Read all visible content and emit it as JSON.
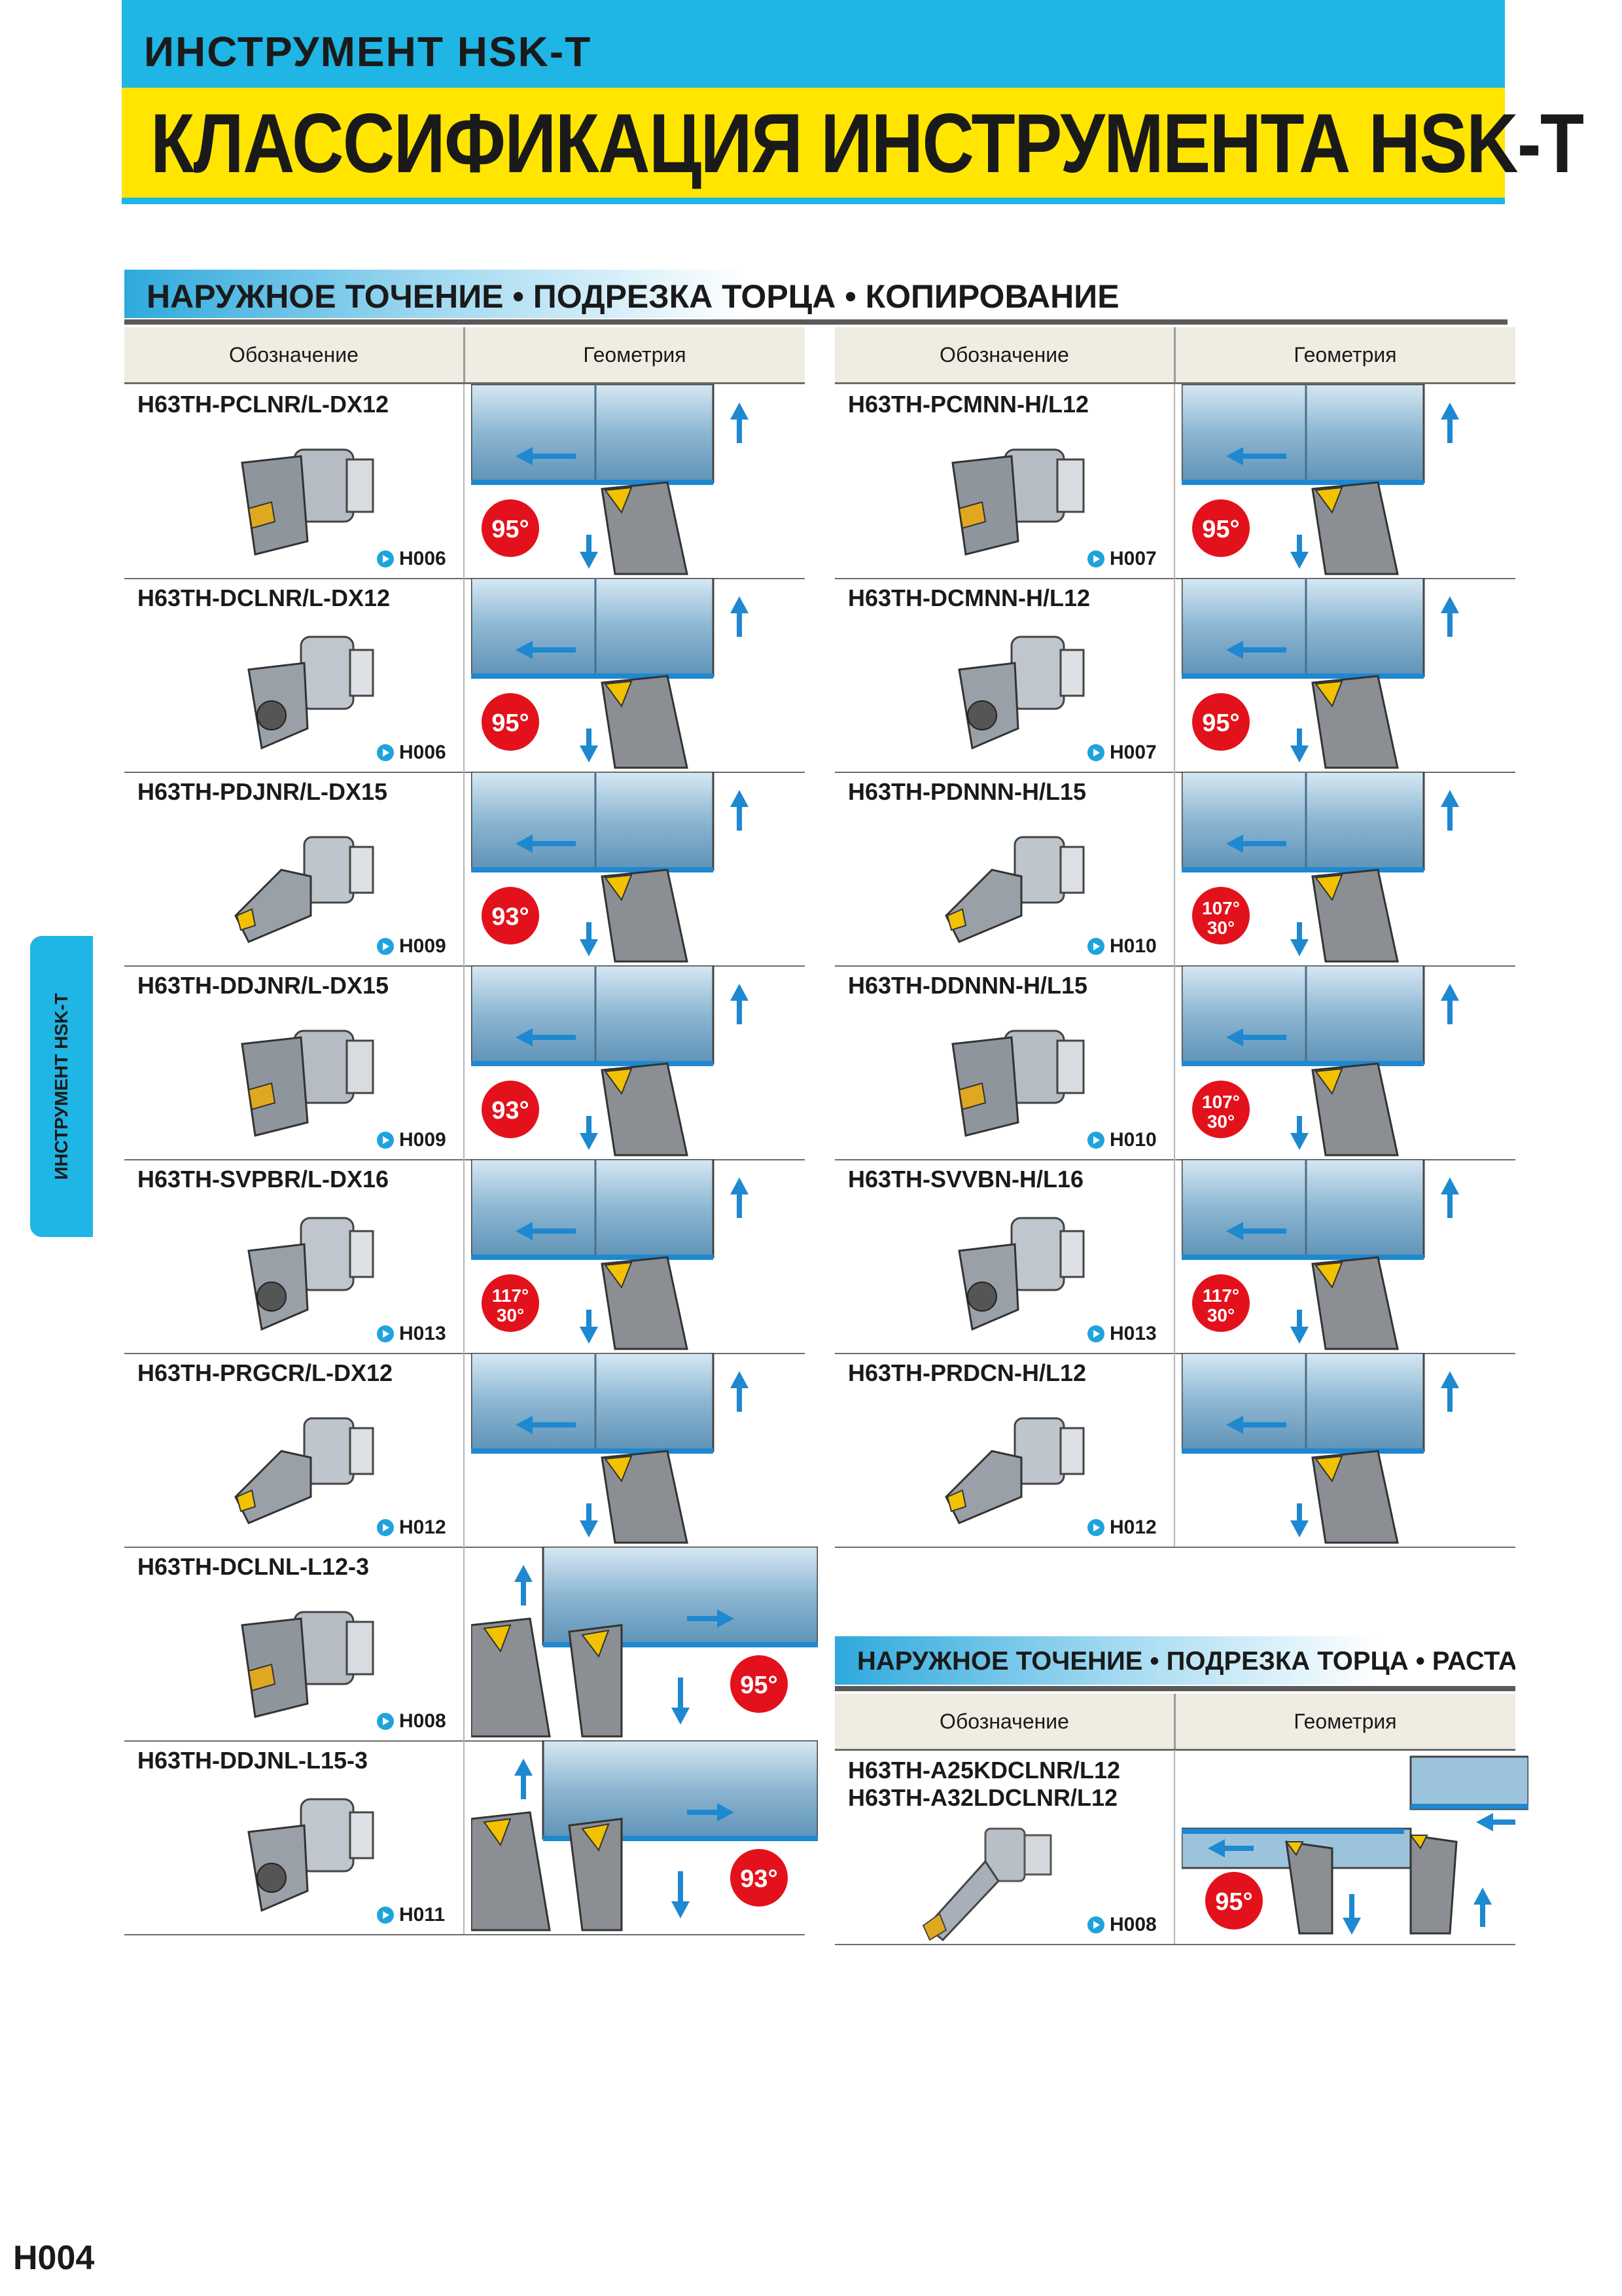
{
  "header": {
    "supertitle": "ИНСТРУМЕНТ HSK-T",
    "title": "КЛАССИФИКАЦИЯ ИНСТРУМЕНТА HSK-T"
  },
  "side_tab": "ИНСТРУМЕНТ HSK-T",
  "page_number": "H004",
  "section1": {
    "title": "НАРУЖНОЕ ТОЧЕНИЕ • ПОДРЕЗКА ТОРЦА • КОПИРОВАНИЕ",
    "col_designation": "Обозначение",
    "col_geometry": "Геометрия",
    "left_rows": [
      {
        "code": "H63TH-PCLNR/L-DX12",
        "page": "H006",
        "angle": "95°"
      },
      {
        "code": "H63TH-DCLNR/L-DX12",
        "page": "H006",
        "angle": "95°"
      },
      {
        "code": "H63TH-PDJNR/L-DX15",
        "page": "H009",
        "angle": "93°"
      },
      {
        "code": "H63TH-DDJNR/L-DX15",
        "page": "H009",
        "angle": "93°"
      },
      {
        "code": "H63TH-SVPBR/L-DX16",
        "page": "H013",
        "angle": "117°",
        "angle2": "30°"
      },
      {
        "code": "H63TH-PRGCR/L-DX12",
        "page": "H012",
        "angle": ""
      },
      {
        "code": "H63TH-DCLNL-L12-3",
        "page": "H008",
        "angle": "95°"
      },
      {
        "code": "H63TH-DDJNL-L15-3",
        "page": "H011",
        "angle": "93°"
      }
    ],
    "right_rows": [
      {
        "code": "H63TH-PCMNN-H/L12",
        "page": "H007",
        "angle": "95°"
      },
      {
        "code": "H63TH-DCMNN-H/L12",
        "page": "H007",
        "angle": "95°"
      },
      {
        "code": "H63TH-PDNNN-H/L15",
        "page": "H010",
        "angle": "107°",
        "angle2": "30°"
      },
      {
        "code": "H63TH-DDNNN-H/L15",
        "page": "H010",
        "angle": "107°",
        "angle2": "30°"
      },
      {
        "code": "H63TH-SVVBN-H/L16",
        "page": "H013",
        "angle": "117°",
        "angle2": "30°"
      },
      {
        "code": "H63TH-PRDCN-H/L12",
        "page": "H012",
        "angle": ""
      }
    ]
  },
  "section2": {
    "title": "НАРУЖНОЕ ТОЧЕНИЕ • ПОДРЕЗКА ТОРЦА • РАСТАЧИВАНИЕ",
    "col_designation": "Обозначение",
    "col_geometry": "Геометрия",
    "row": {
      "code": "H63TH-A25KDCLNR/L12",
      "code2": "H63TH-A32LDCLNR/L12",
      "page": "H008",
      "angle": "95°"
    }
  },
  "colors": {
    "accent_cyan": "#1fb5e4",
    "title_yellow": "#ffe500",
    "angle_red": "#e3111b",
    "arrow_blue": "#1e88d0"
  }
}
